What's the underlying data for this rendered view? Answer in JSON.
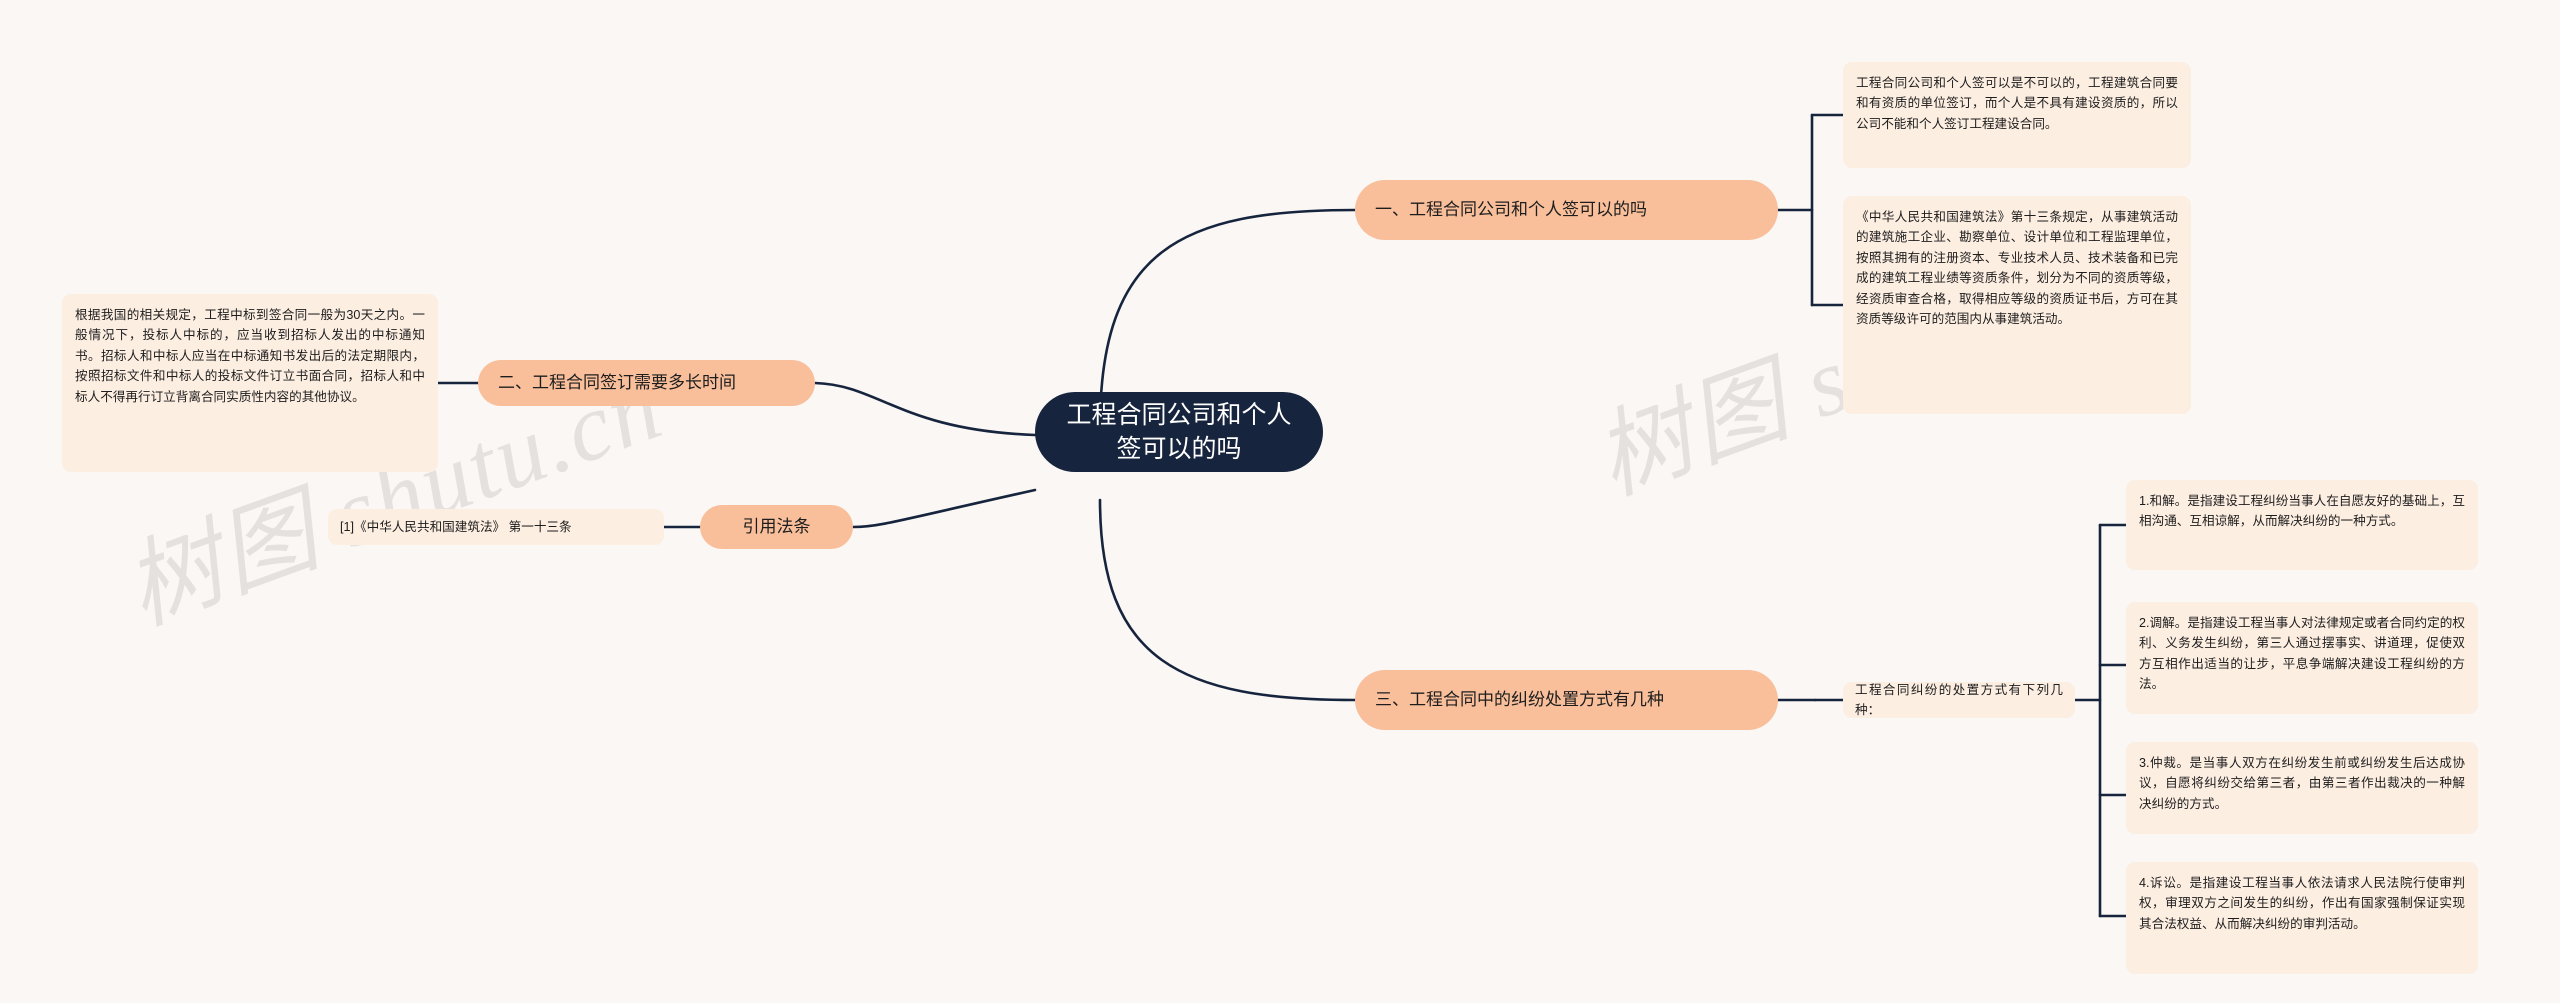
{
  "mindmap": {
    "title": "工程合同公司和个人签可以的吗",
    "colors": {
      "background": "#faf7f4",
      "root_fill": "#16243d",
      "root_text": "#ffffff",
      "branch_fill": "#f9bf9b",
      "leaf_fill": "#fdeee2",
      "link_stroke": "#16243d"
    },
    "watermarks": [
      "树图 shutu.cn",
      "树图 shutu.cn"
    ],
    "root": {
      "label": "工程合同公司和个人签可以的吗"
    },
    "branches": [
      {
        "id": "branch-1",
        "label": "一、工程合同公司和个人签可以的吗",
        "children": [
          {
            "id": "b1-leaf-1",
            "text": "工程合同公司和个人签可以是不可以的，工程建筑合同要和有资质的单位签订，而个人是不具有建设资质的，所以公司不能和个人签订工程建设合同。"
          },
          {
            "id": "b1-leaf-2",
            "text": "《中华人民共和国建筑法》第十三条规定，从事建筑活动的建筑施工企业、勘察单位、设计单位和工程监理单位，按照其拥有的注册资本、专业技术人员、技术装备和已完成的建筑工程业绩等资质条件，划分为不同的资质等级，经资质审查合格，取得相应等级的资质证书后，方可在其资质等级许可的范围内从事建筑活动。"
          }
        ]
      },
      {
        "id": "branch-2",
        "label": "二、工程合同签订需要多长时间",
        "children": [
          {
            "id": "b2-leaf-1",
            "text": "根据我国的相关规定，工程中标到签合同一般为30天之内。一般情况下，投标人中标的，应当收到招标人发出的中标通知书。招标人和中标人应当在中标通知书发出后的法定期限内，按照招标文件和中标人的投标文件订立书面合同，招标人和中标人不得再行订立背离合同实质性内容的其他协议。"
          }
        ]
      },
      {
        "id": "branch-3",
        "label": "引用法条",
        "children": [
          {
            "id": "b3-leaf-1",
            "text": "[1]《中华人民共和国建筑法》 第一十三条"
          }
        ]
      },
      {
        "id": "branch-4",
        "label": "三、工程合同中的纠纷处置方式有几种",
        "children": [
          {
            "id": "b4-leaf-1",
            "text": "工程合同纠纷的处置方式有下列几种："
          }
        ],
        "grandchildren": [
          {
            "id": "b4-g-1",
            "text": "1.和解。是指建设工程纠纷当事人在自愿友好的基础上，互相沟通、互相谅解，从而解决纠纷的一种方式。"
          },
          {
            "id": "b4-g-2",
            "text": "2.调解。是指建设工程当事人对法律规定或者合同约定的权利、义务发生纠纷，第三人通过摆事实、讲道理，促使双方互相作出适当的让步，平息争端解决建设工程纠纷的方法。"
          },
          {
            "id": "b4-g-3",
            "text": "3.仲裁。是当事人双方在纠纷发生前或纠纷发生后达成协议，自愿将纠纷交给第三者，由第三者作出裁决的一种解决纠纷的方式。"
          },
          {
            "id": "b4-g-4",
            "text": "4.诉讼。是指建设工程当事人依法请求人民法院行使审判权，审理双方之间发生的纠纷，作出有国家强制保证实现其合法权益、从而解决纠纷的审判活动。"
          }
        ]
      }
    ]
  }
}
